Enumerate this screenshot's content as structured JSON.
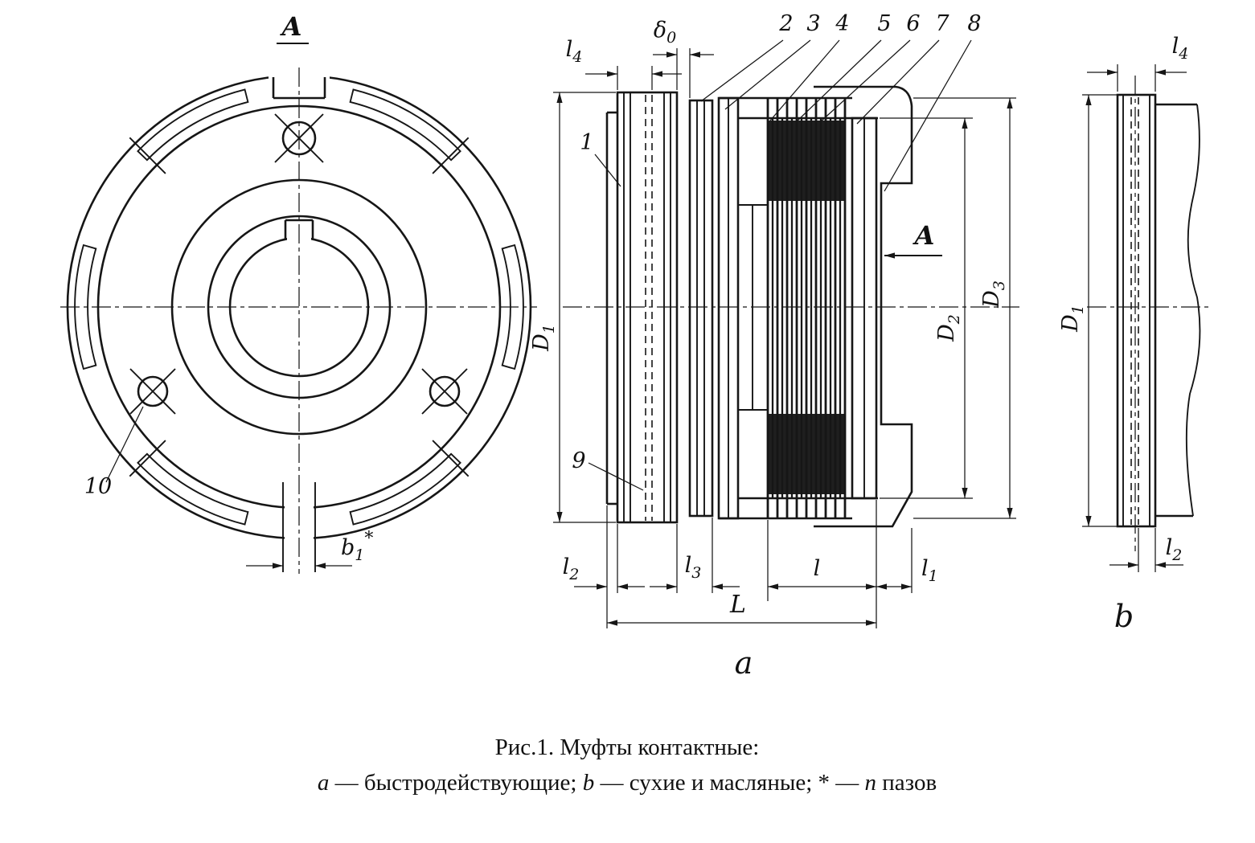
{
  "views": {
    "front_label": "A",
    "arrow_label": "A",
    "section_label": "a",
    "side_label": "b"
  },
  "parts": {
    "p1": "1",
    "p2": "2",
    "p3": "3",
    "p4": "4",
    "p5": "5",
    "p6": "6",
    "p7": "7",
    "p8": "8",
    "p9": "9",
    "p10": "10"
  },
  "dims": {
    "D1": {
      "base": "D",
      "sub": "1"
    },
    "D2": {
      "base": "D",
      "sub": "2"
    },
    "D3": {
      "base": "D",
      "sub": "3"
    },
    "L": "L",
    "l": "l",
    "l1": {
      "base": "l",
      "sub": "1"
    },
    "l2": {
      "base": "l",
      "sub": "2"
    },
    "l3": {
      "base": "l",
      "sub": "3"
    },
    "l4": {
      "base": "l",
      "sub": "4"
    },
    "delta0": {
      "base": "δ",
      "sub": "0"
    },
    "b1": {
      "base": "b",
      "sub": "1"
    },
    "b1_star": "*"
  },
  "caption": {
    "title": "Рис.1. Муфты контактные:",
    "a_label": "a",
    "a_desc": " — быстродействующие; ",
    "b_label": "b",
    "b_desc": " — сухие и масляные;  ",
    "star": "*",
    "star_sep": " — ",
    "n_label": "n",
    "n_desc": " пазов"
  },
  "colors": {
    "ink": "#161616",
    "paper": "#ffffff"
  }
}
